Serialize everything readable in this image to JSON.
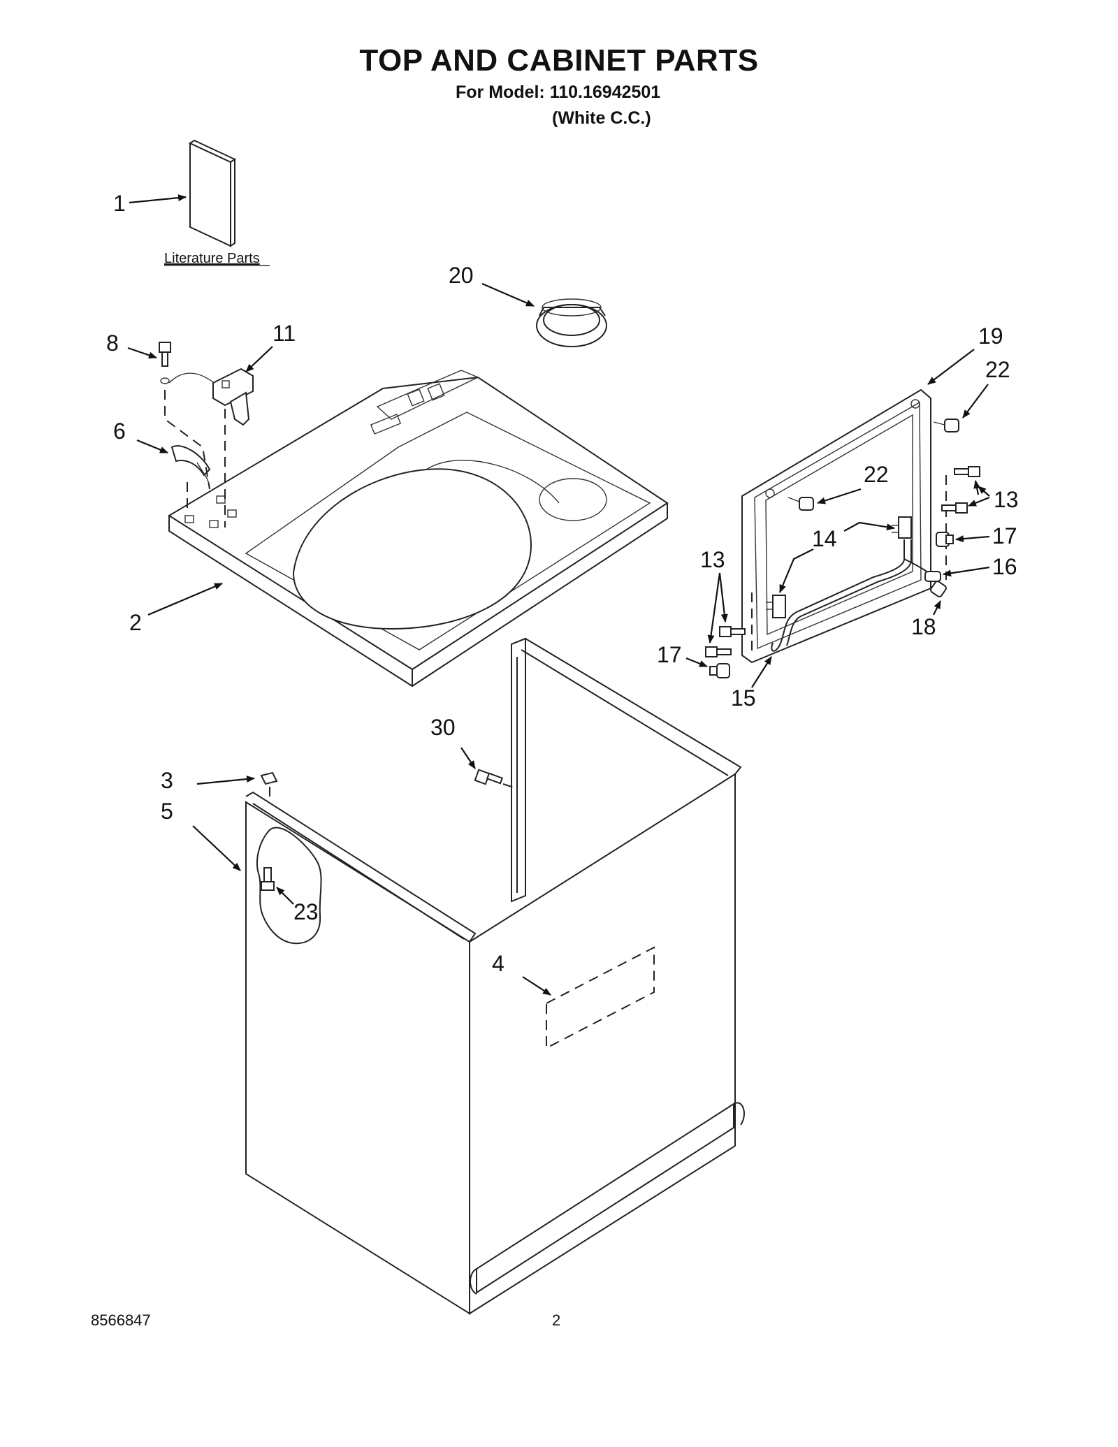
{
  "header": {
    "title": "TOP AND CABINET PARTS",
    "model_line": "For Model: 110.16942501",
    "color_line": "(White C.C.)"
  },
  "literature": {
    "label": "Literature Parts"
  },
  "callouts": {
    "c1": "1",
    "c2": "2",
    "c3": "3",
    "c4": "4",
    "c5": "5",
    "c6": "6",
    "c8": "8",
    "c11": "11",
    "c13a": "13",
    "c13b": "13",
    "c14": "14",
    "c15": "15",
    "c16": "16",
    "c17a": "17",
    "c17b": "17",
    "c18": "18",
    "c19": "19",
    "c20": "20",
    "c22a": "22",
    "c22b": "22",
    "c23": "23",
    "c30": "30"
  },
  "footer": {
    "part_number": "8566847",
    "page_number": "2"
  }
}
